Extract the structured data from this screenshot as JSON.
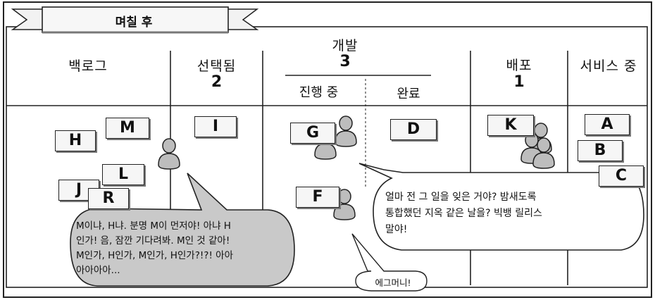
{
  "banner": "며칠 후",
  "columns": {
    "backlog": {
      "title": "백로그"
    },
    "selected": {
      "title": "선택됨",
      "limit": "2"
    },
    "dev": {
      "title": "개발",
      "limit": "3",
      "sub_in_progress": "진행 중",
      "sub_done": "완료"
    },
    "deploy": {
      "title": "배포",
      "limit": "1"
    },
    "in_service": {
      "title": "서비스 중"
    }
  },
  "cards": {
    "backlog": [
      "H",
      "M",
      "L",
      "J",
      "R"
    ],
    "selected": [
      "I"
    ],
    "dev_in_progress": [
      "G",
      "F"
    ],
    "dev_done": [
      "D"
    ],
    "deploy": [
      "K"
    ],
    "in_service": [
      "A",
      "B",
      "C"
    ]
  },
  "bubbles": {
    "left": [
      "M이냐, H냐. 분명 M이 먼저야! 아냐 H",
      "인가! 음, 잠깐 기다려봐. M인 것 같아!",
      "M인가, H인가, M인가, H인가?!?! 아아",
      "아아아아..."
    ],
    "right": [
      "얼마 전 그 일을 잊은 거야? 밤새도록",
      "통합했던 지옥 같은 날을? 빅뱅 릴리스",
      "말야!"
    ],
    "small": "에그머니!"
  },
  "colors": {
    "line": "#222222",
    "bubble_fill": "#c9c9c9",
    "card_fill": "#f6f6f6",
    "person_fill": "#bdbdbd"
  }
}
